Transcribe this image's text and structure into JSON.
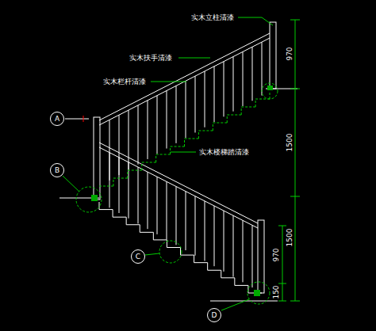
{
  "diagram": {
    "nodes": [
      {
        "text": [
          "A"
        ]
      },
      {
        "text": [
          "B"
        ]
      },
      {
        "text": [
          "C"
        ]
      },
      {
        "text": [
          "D"
        ]
      }
    ],
    "labels": [
      "实木立柱清漆",
      "实木扶手清漆",
      "实木栏杆清漆",
      "实木楼梯踏清漆",
      "970",
      "1500",
      "1500",
      "970",
      "150"
    ]
  }
}
